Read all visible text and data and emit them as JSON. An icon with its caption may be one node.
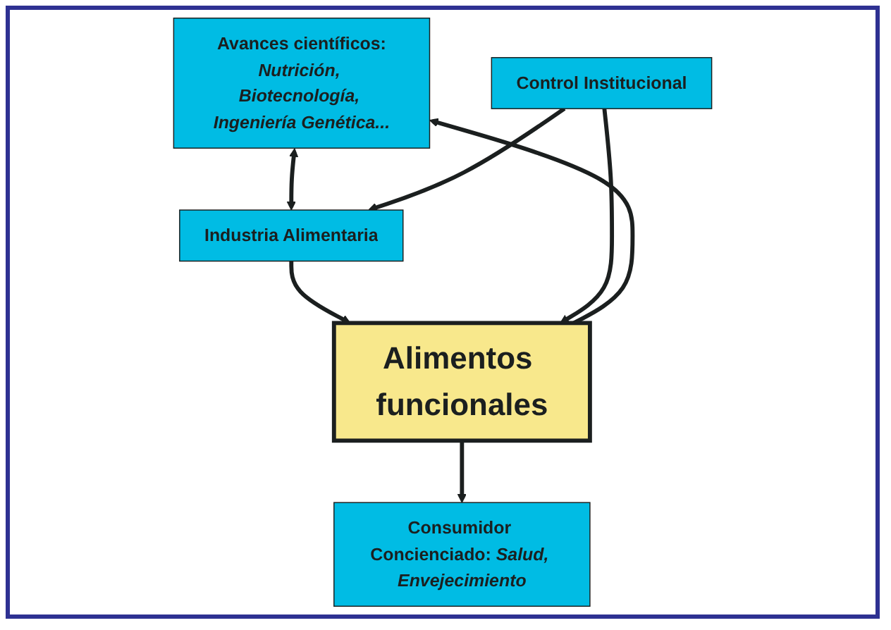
{
  "diagram": {
    "nodes": [
      {
        "text": [
          "Avances científicos:",
          "Nutrición, Biotecnología, Ingeniería Genética..."
        ]
      },
      {
        "text": [
          "Industria Alimentaria"
        ]
      },
      {
        "text": [
          "Alimentos funcionales"
        ]
      },
      {
        "text": [
          "Consumidor Concienciado: *Salud, Envejecimiento*"
        ]
      },
      {
        "text": [
          "Control Institucional"
        ]
      }
    ],
    "edges": [
      {
        "from": 0,
        "to": 1,
        "arrow": "both"
      },
      {
        "from": 1,
        "to": 2,
        "arrow": "to"
      },
      {
        "from": 2,
        "to": 0,
        "arrow": "to"
      },
      {
        "from": 2,
        "to": 3,
        "arrow": "to"
      },
      {
        "from": 4,
        "to": 2,
        "arrow": "to"
      },
      {
        "from": 4,
        "to": 1,
        "arrow": "to"
      }
    ]
  }
}
